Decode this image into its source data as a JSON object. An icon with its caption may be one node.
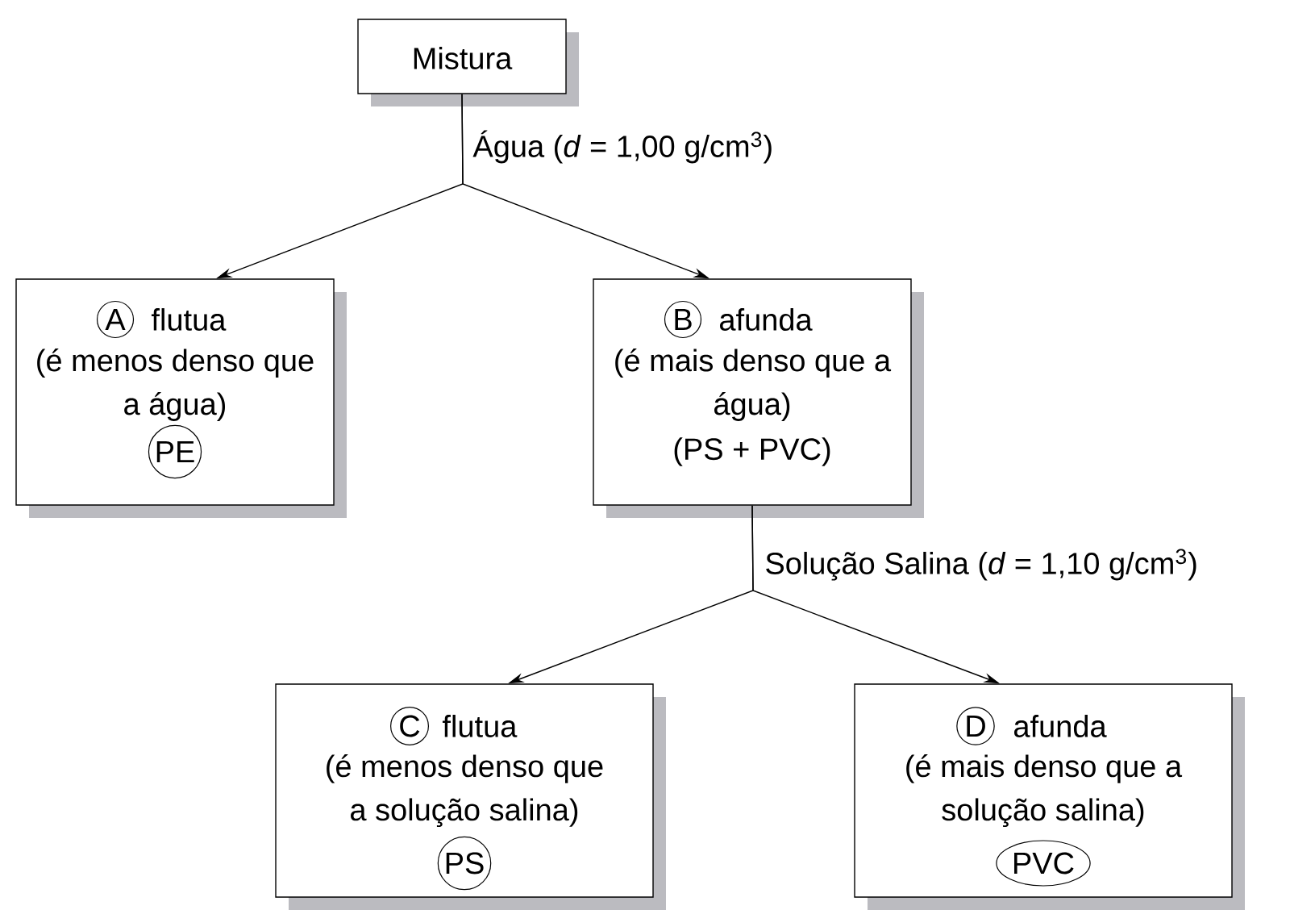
{
  "diagram": {
    "nodes": [
      {
        "text": [
          "Mistura"
        ]
      },
      {
        "text": [
          "A",
          "flutua",
          "(é menos denso que a água)",
          "PE"
        ]
      },
      {
        "text": [
          "B",
          "afunda",
          "(é mais denso que a água)",
          "(PS + PVC)"
        ]
      },
      {
        "text": [
          "C",
          "flutua",
          "(é menos denso que a solução salina)",
          "PS"
        ]
      },
      {
        "text": [
          "D",
          "afunda",
          "(é mais denso que a solução salina)",
          "PVC"
        ]
      }
    ],
    "edges": [
      {
        "from": 0,
        "to": 1,
        "arrow": "to",
        "label": "Água (*d* = 1,00 g/cm$^{3}$)"
      },
      {
        "from": 0,
        "to": 2,
        "arrow": "to"
      },
      {
        "from": 2,
        "to": 3,
        "arrow": "to",
        "label": "Solução Salina (*d* = 1,10 g/cm$^{3}$)"
      },
      {
        "from": 2,
        "to": 4,
        "arrow": "to"
      }
    ]
  }
}
